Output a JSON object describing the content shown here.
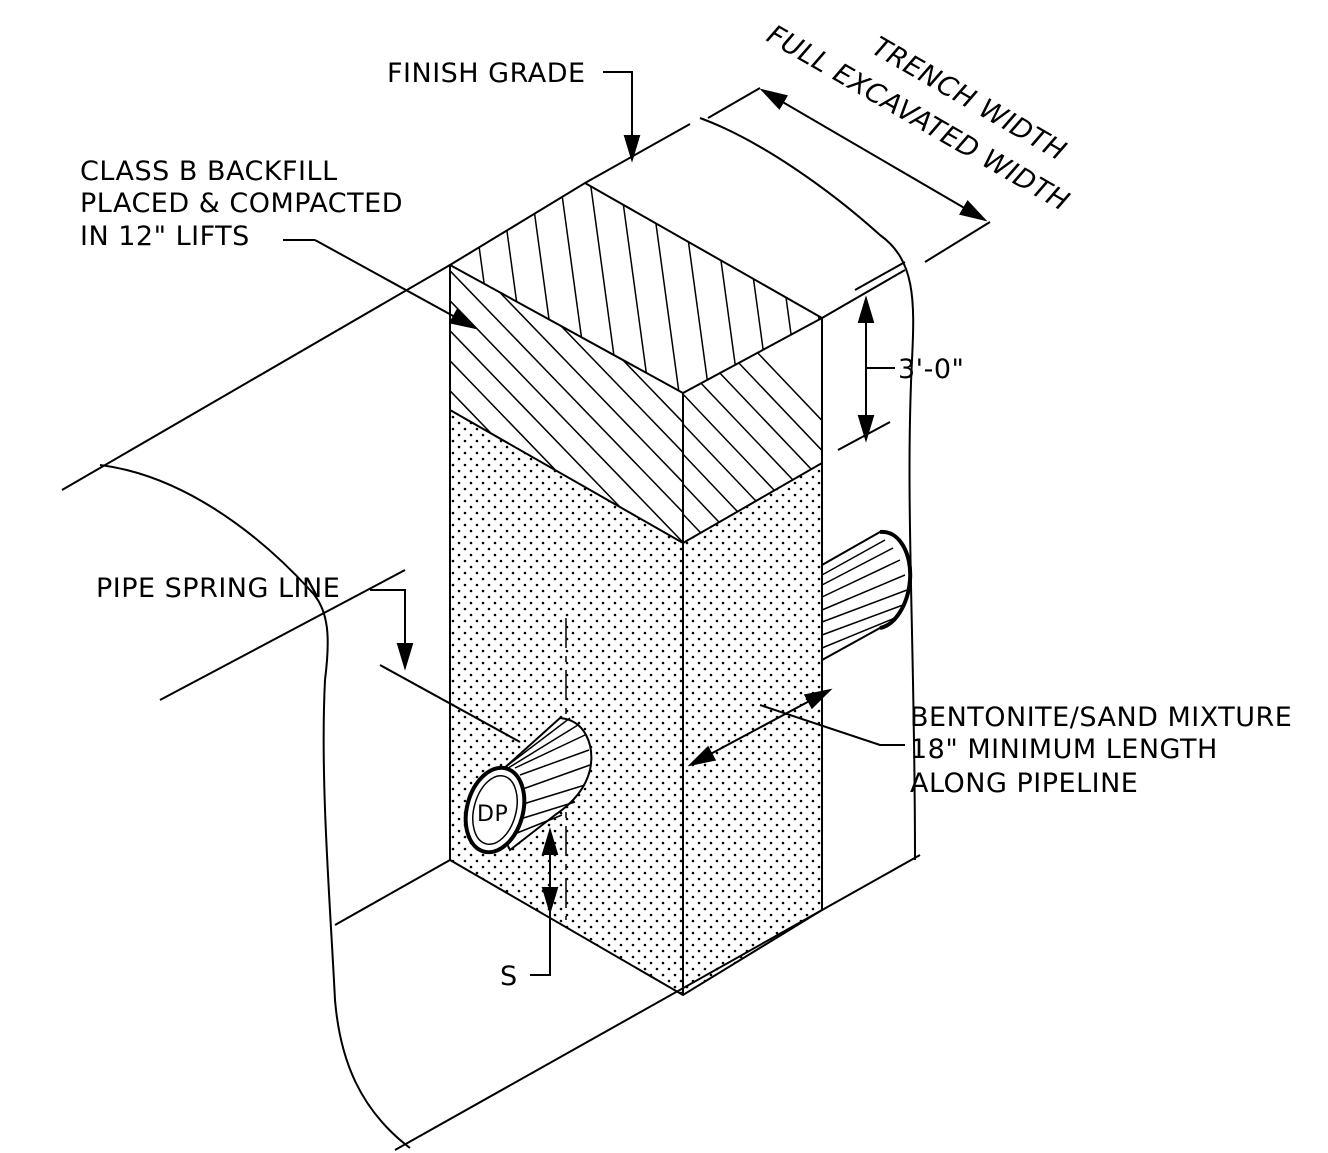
{
  "labels": {
    "finish_grade": "FINISH GRADE",
    "backfill_line1": "CLASS B BACKFILL",
    "backfill_line2": "PLACED & COMPACTED",
    "backfill_line3": "IN 12\" LIFTS",
    "trench_width": "TRENCH WIDTH",
    "full_excavated_width": "FULL EXCAVATED WIDTH",
    "depth_dimension": "3'-0\"",
    "pipe_spring_line": "PIPE SPRING LINE",
    "bentonite_line1": "BENTONITE/SAND MIXTURE",
    "bentonite_line2": "18\" MINIMUM LENGTH",
    "bentonite_line3": "ALONG PIPELINE",
    "pipe_tag": "DP",
    "spacing": "S"
  },
  "colors": {
    "ink": "#000000",
    "background": "#ffffff"
  }
}
